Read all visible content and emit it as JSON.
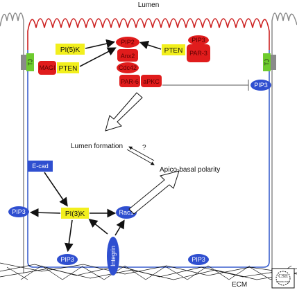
{
  "title": "Lumen",
  "ecm_label": "ECM",
  "tight_junction": "TJ",
  "process_labels": {
    "lumen_formation": "Lumen formation",
    "apico_basal": "Apico-basal polarity",
    "question": "?"
  },
  "yellow_nodes": {
    "pi5k": "PI(5)K",
    "pten_left": "PTEN",
    "pten_right": "PTEN",
    "pi3k": "PI(3)K"
  },
  "red_nodes": {
    "pip2": "PIP2",
    "anx2": "Anx2",
    "cdc42": "Cdc42",
    "par6": "PAR-6",
    "apkc": "aPKC",
    "magi": "MAGI",
    "pip3_top": "PIP3",
    "par3": "PAR-3"
  },
  "blue_nodes": {
    "ecad": "E-cad",
    "rac1": "Rac1",
    "integrin": "Integrin",
    "pip3_left": "PIP3",
    "pip3_bottom": "PIP3",
    "pip3_bottom_right": "PIP3",
    "pip3_lateral": "PIP3"
  },
  "logo": "CSH PERSPECTIVES",
  "colors": {
    "membrane_apical": "#cc1f1f",
    "membrane_basolateral": "#3a5fcd",
    "yellow": "#f2ef1d",
    "red": "#e01c1c",
    "blue": "#2f4fd0",
    "tj_green": "#6ecb2f",
    "gray_cell": "#8a8a8a"
  }
}
